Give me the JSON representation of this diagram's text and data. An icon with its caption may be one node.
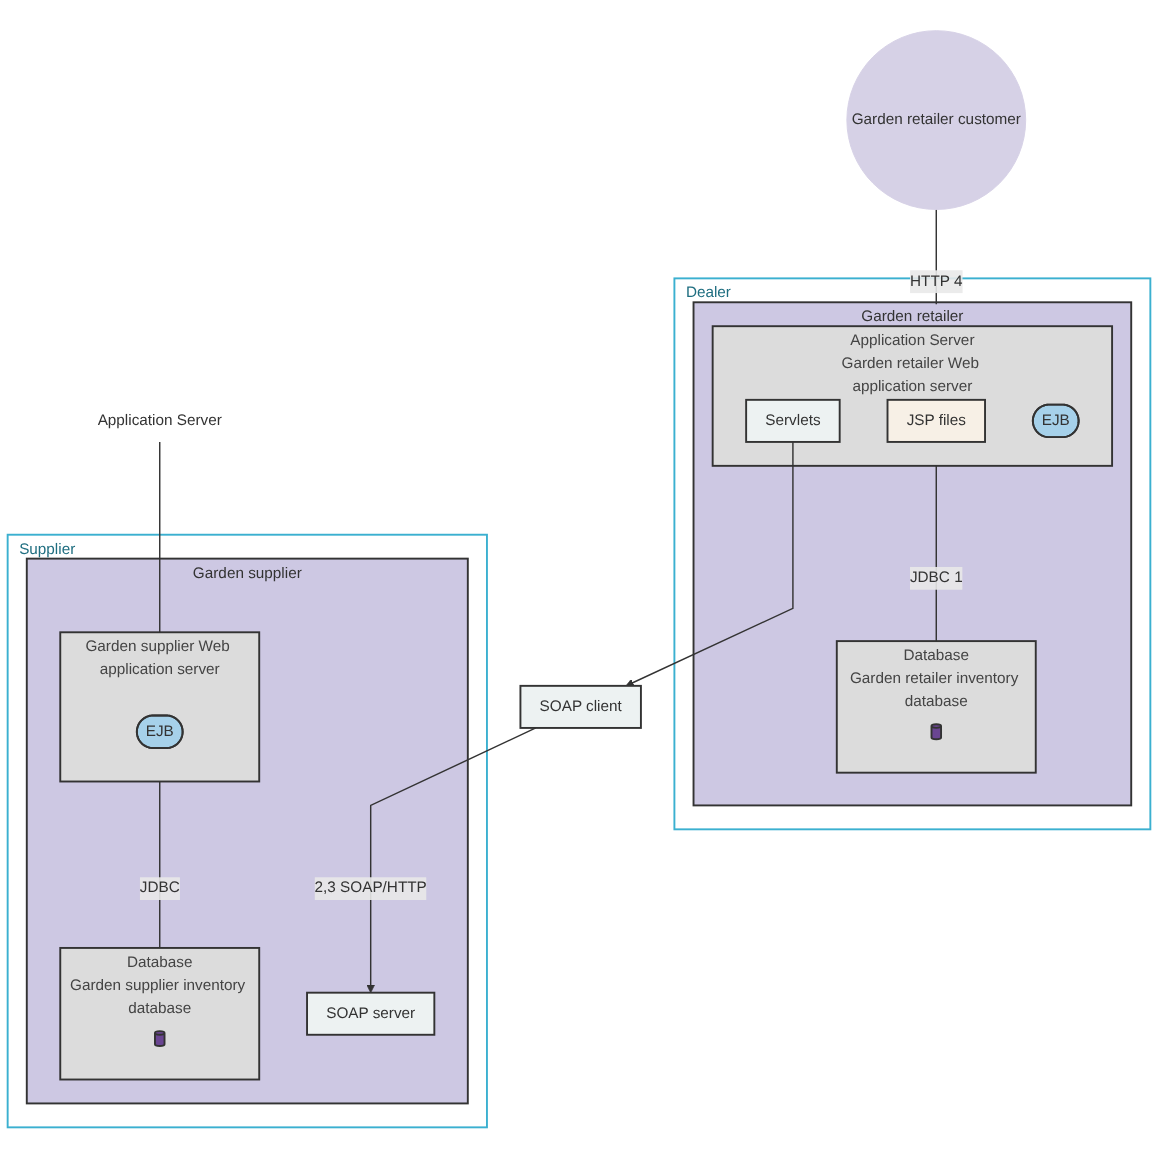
{
  "diagram": {
    "nodes": [
      {
        "text": [
          "Dealer"
        ]
      },
      {
        "text": [
          "Garden retailer"
        ],
        "in": 0
      },
      {
        "text": [
          "Application Server",
          "Garden retailer Web application server"
        ],
        "in": 1
      },
      {
        "text": [
          "JSP files"
        ],
        "in": 2
      },
      {
        "text": [
          "Servlets"
        ],
        "in": 2
      },
      {
        "text": [
          "EJB"
        ],
        "in": 2
      },
      {
        "text": [
          "Database",
          "Garden retailer inventory database"
        ],
        "in": 1
      },
      {
        "text": [],
        "shape": "cylinder",
        "in": 6
      },
      {
        "text": [
          "Garden retailer customer"
        ]
      },
      {
        "text": [
          "SOAP client"
        ]
      },
      {
        "text": [
          "Supplier"
        ]
      },
      {
        "text": [
          "Garden supplier"
        ],
        "in": 10
      },
      {
        "text": [
          "SOAP server"
        ],
        "in": 11
      },
      {
        "text": [
          "Garden supplier Web application server"
        ],
        "in": 11
      },
      {
        "text": [
          "EJB"
        ],
        "in": 13
      },
      {
        "text": [
          "Database",
          "Garden supplier inventory database"
        ],
        "in": 11
      },
      {
        "text": [],
        "shape": "cylinder",
        "in": 15
      },
      {
        "text": [
          "Application Server"
        ]
      }
    ],
    "edges": [
      {
        "from": 8,
        "to": 2,
        "arrow": "none",
        "label": "HTTP 4"
      },
      {
        "from": 2,
        "to": 6,
        "arrow": "none",
        "label": "JDBC 1"
      },
      {
        "from": 4,
        "to": 9,
        "arrow": "to"
      },
      {
        "from": 9,
        "to": 12,
        "arrow": "to",
        "label": "2,3 SOAP/HTTP"
      },
      {
        "from": 13,
        "to": 15,
        "arrow": "none",
        "label": "JDBC"
      },
      {
        "from": 17,
        "to": 13,
        "arrow": "none"
      }
    ]
  }
}
